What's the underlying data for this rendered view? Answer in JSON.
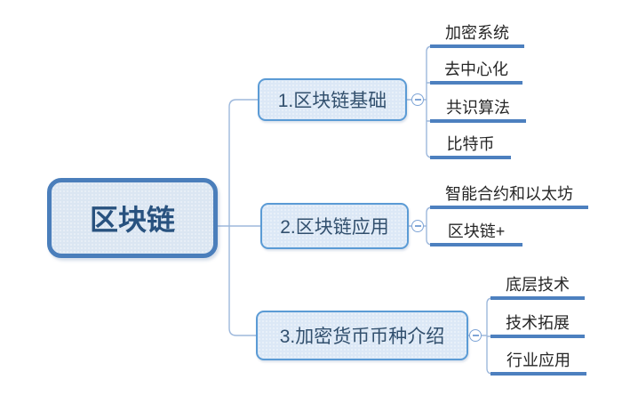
{
  "root": {
    "label": "区块链"
  },
  "branches": [
    {
      "label": "1.区块链基础",
      "children": [
        "加密系统",
        "去中心化",
        "共识算法",
        "比特币"
      ]
    },
    {
      "label": "2.区块链应用",
      "children": [
        "智能合约和以太坊",
        "区块链+"
      ]
    },
    {
      "label": "3.加密货币币种介绍",
      "children": [
        "底层技术",
        "技术拓展",
        "行业应用"
      ]
    }
  ],
  "icons": {
    "collapse_toggle": "minus-icon"
  },
  "colors": {
    "root_border": "#4a7ebb",
    "root_fill": "#dbe6f2",
    "root_text": "#28527f",
    "branch_border": "#5b9bd5",
    "branch_fill": "#dce8f6",
    "branch_text": "#32506e",
    "child_underline": "#4d80bf",
    "child_text": "#262626",
    "connector_line": "#9db8dc",
    "toggle_stroke": "#7fa5d6",
    "background": "#ffffff"
  }
}
